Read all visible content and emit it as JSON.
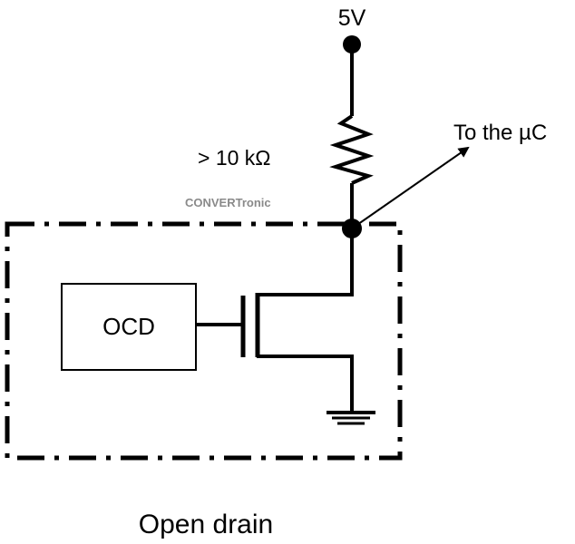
{
  "diagram": {
    "supply_label": "5V",
    "resistor_label": "> 10 kΩ",
    "output_label": "To the µC",
    "watermark": "CONVERTronic",
    "block_label": "OCD",
    "caption": "Open drain",
    "colors": {
      "line": "#000000",
      "watermark": "#8a8a8a",
      "background": "#ffffff"
    }
  }
}
